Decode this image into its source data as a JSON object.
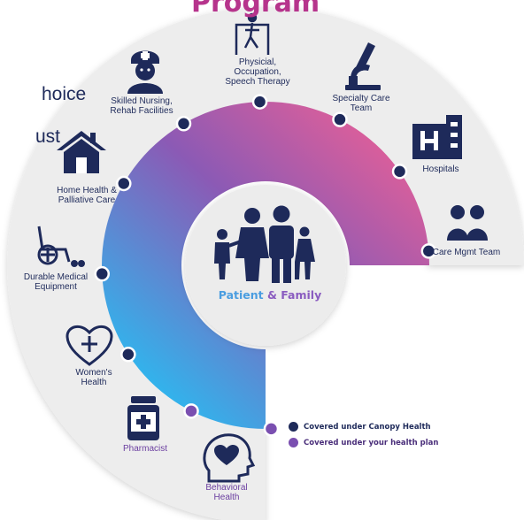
{
  "title_fragment": "Program",
  "intro_fragments": [
    "hoice",
    "ust"
  ],
  "center": {
    "label_part1": "Patient",
    "label_amp": "&",
    "label_part2": "Family"
  },
  "colors": {
    "navy": "#1e2a5a",
    "purple": "#6b3fa0",
    "gradient_blue": "#2fb6ee",
    "gradient_pink": "#e0609a",
    "ring_grey": "#ededed"
  },
  "services": [
    {
      "name": "Care Mgmt Team",
      "icon": "team-icon",
      "coverage": "canopy"
    },
    {
      "name": "Hospitals",
      "icon": "hospital-icon",
      "coverage": "canopy"
    },
    {
      "name": "Specialty Care\nTeam",
      "icon": "microscope-icon",
      "coverage": "canopy"
    },
    {
      "name": "Physicial,\nOccupation,\nSpeech Therapy",
      "icon": "therapy-icon",
      "coverage": "canopy"
    },
    {
      "name": "Skilled Nursing,\nRehab Facilities",
      "icon": "nurse-icon",
      "coverage": "canopy"
    },
    {
      "name": "Home Health &\nPalliative Care",
      "icon": "house-icon",
      "coverage": "canopy"
    },
    {
      "name": "Durable Medical\nEquipment",
      "icon": "wheelchair-icon",
      "coverage": "canopy"
    },
    {
      "name": "Women's\nHealth",
      "icon": "heart-plus-icon",
      "coverage": "canopy"
    },
    {
      "name": "Pharmacist",
      "icon": "pill-bottle-icon",
      "coverage": "plan"
    },
    {
      "name": "Behavioral\nHealth",
      "icon": "head-heart-icon",
      "coverage": "plan"
    }
  ],
  "legend": [
    {
      "label": "Covered under Canopy Health",
      "coverage": "canopy",
      "color": "#1e2a5a"
    },
    {
      "label": "Covered under your health plan",
      "coverage": "plan",
      "color": "#7a4fb0"
    }
  ]
}
